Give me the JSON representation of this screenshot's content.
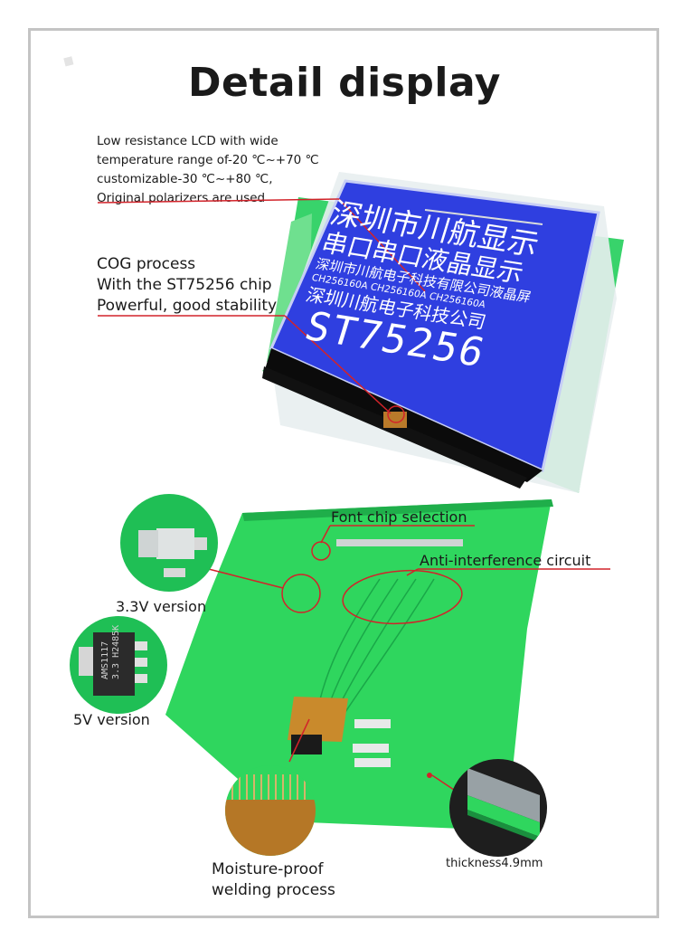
{
  "title": "Detail display",
  "top_callouts": {
    "lcd_spec": [
      "Low resistance LCD with wide",
      "temperature range of-20 ℃~+70 ℃",
      "customizable-30 ℃~+80 ℃,",
      "Original polarizers are used"
    ],
    "cog": [
      "COG process",
      "With the ST75256 chip",
      "Powerful, good stability"
    ]
  },
  "lcd_screen": {
    "row1": "深圳市川航显示",
    "row2": "串口串口液晶显示",
    "row3": "深圳市川航电子科技有限公司液晶屏",
    "row4": "CH256160A CH256160A CH256160A",
    "row5": "深圳川航电子科技公司",
    "chip": "ST75256"
  },
  "bottom_callouts": {
    "font_chip": "Font chip selection",
    "anti_interference": "Anti-interference circuit",
    "v33": "3.3V version",
    "v5": "5V version",
    "moisture_line1": "Moisture-proof",
    "moisture_line2": "welding process",
    "thickness": "thickness4.9mm"
  },
  "lens_labels": {
    "ams_chip_line1": "AMS1117",
    "ams_chip_line2": "3.3 H2485K"
  },
  "colors": {
    "lcd_blue": "#2f3fe0",
    "pcb_green": "#27d35c",
    "accent_red": "#d2232a"
  }
}
